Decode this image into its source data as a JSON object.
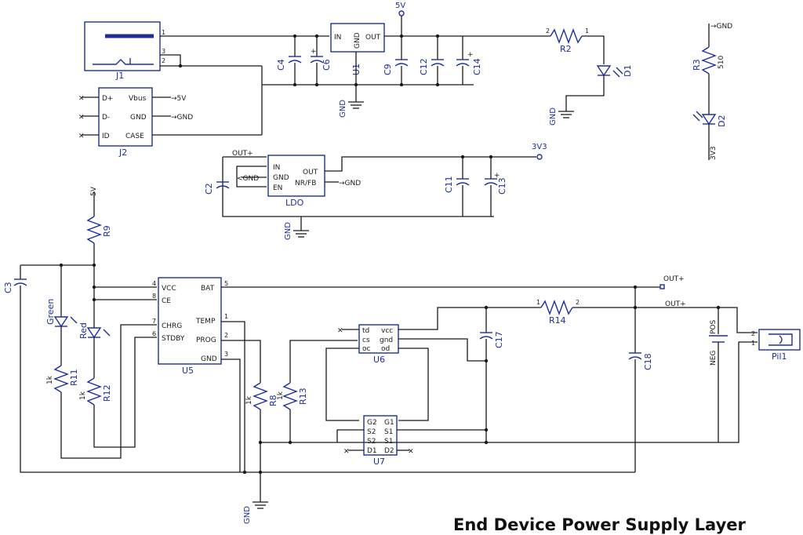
{
  "title": "End Device Power Supply Layer",
  "labels": {
    "j1": "J1",
    "j2": "J2",
    "u1": "U1",
    "ldo": "LDO",
    "u5": "U5",
    "u6": "U6",
    "u7": "U7",
    "r2": "R2",
    "r3": "R3",
    "r3_val": "510",
    "r8": "R8",
    "r8_val": "1k",
    "r9": "R9",
    "r11": "R11",
    "r11_val": "1k",
    "r12": "R12",
    "r12_val": "1k",
    "r13": "R13",
    "r13_val": "1k",
    "r14": "R14",
    "c2": "C2",
    "c3": "C3",
    "c4": "C4",
    "c6": "C6",
    "c9": "C9",
    "c11": "C11",
    "c12": "C12",
    "c13": "C13",
    "c14": "C14",
    "c17": "C17",
    "c18": "C18",
    "d1": "D1",
    "d2": "D2",
    "green": "Green",
    "red": "Red",
    "pil1": "Pil1",
    "pos": "POS",
    "neg": "NEG",
    "net_5v": "5V",
    "net_3v3": "3V3",
    "net_gnd": "GND",
    "net_outp": "OUT+",
    "net_5v_small": "5V"
  },
  "pins": {
    "u1": [
      "IN",
      "GND",
      "OUT"
    ],
    "j2": [
      "D+",
      "D-",
      "ID",
      "Vbus",
      "GND",
      "CASE"
    ],
    "ldo": [
      "IN",
      "GND",
      "EN",
      "OUT",
      "NR/FB"
    ],
    "u5": [
      "VCC",
      "CE",
      "CHRG",
      "STDBY",
      "BAT",
      "TEMP",
      "PROG",
      "GND"
    ],
    "u6": [
      "td",
      "cs",
      "oc",
      "vcc",
      "gnd",
      "od"
    ],
    "u7": [
      "G2",
      "S2",
      "S2",
      "D1",
      "G1",
      "S1",
      "S1",
      "D2"
    ]
  },
  "pin_numbers": [
    "1",
    "2",
    "3",
    "4",
    "5",
    "6",
    "7",
    "8"
  ]
}
